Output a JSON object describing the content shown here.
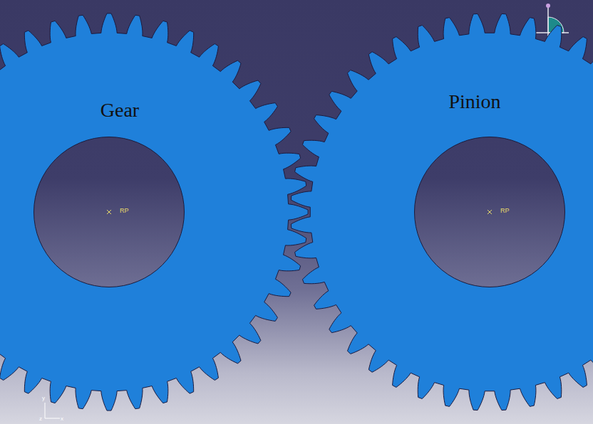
{
  "diagram": {
    "nodes": [
      {
        "text": [
          "Gear"
        ]
      },
      {
        "text": [
          "RP"
        ],
        "in": 0
      },
      {
        "text": [
          "Pinion"
        ]
      },
      {
        "text": [
          "RP"
        ],
        "in": 2
      }
    ],
    "labels": [
      "y",
      "z",
      "x"
    ]
  }
}
